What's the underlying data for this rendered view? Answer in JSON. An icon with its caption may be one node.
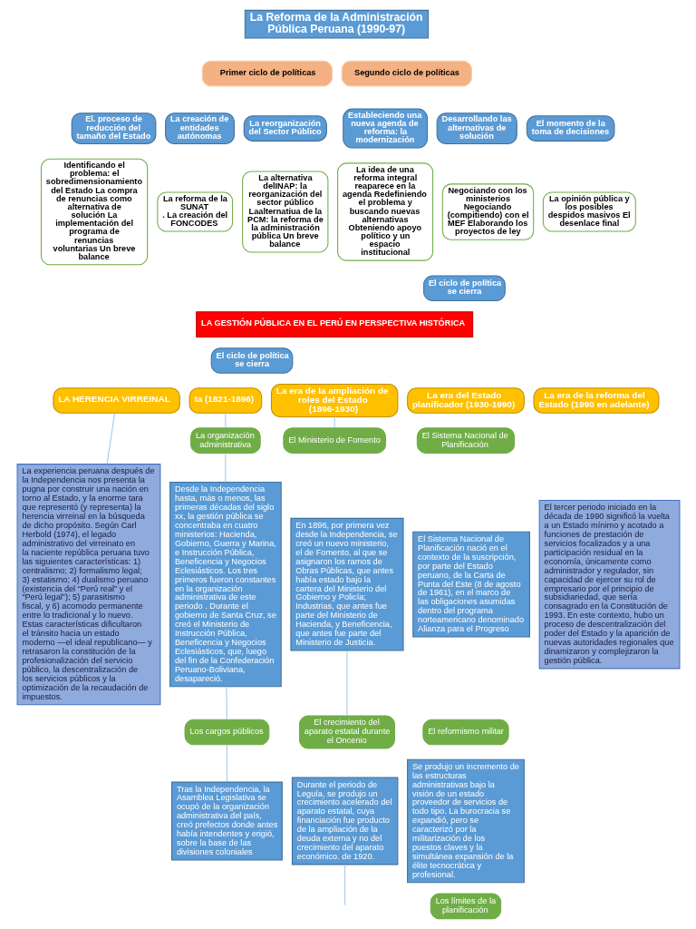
{
  "diagram": {
    "nodes": [
      {
        "text": [
          "La Reforma de la Administración Pública Peruana (1990-97)"
        ]
      },
      {
        "text": [
          "Primer ciclo de políticas"
        ]
      },
      {
        "text": [
          "Segundo ciclo de políticas"
        ]
      },
      {
        "text": [
          "El. proceso de reducción del tamaño del Estado"
        ]
      },
      {
        "text": [
          "La creación de entidades autónomas"
        ]
      },
      {
        "text": [
          "La reorganización del Sector Público"
        ]
      },
      {
        "text": [
          "Estableciendo una nueva agenda de reforma: la modernización"
        ]
      },
      {
        "text": [
          "Desarrollando las alternativas de solución"
        ]
      },
      {
        "text": [
          "El momento de la toma de decisiones"
        ]
      },
      {
        "text": [
          "Identificando el problema: el sobredimensionamiento del Estado La compra de renuncias como alternativa de solución La implementación del programa de renuncias voluntarias Un breve balance"
        ]
      },
      {
        "text": [
          "La reforma de la SUNAT",
          ". La creación del FONCODES"
        ]
      },
      {
        "text": [
          "La alternativa delINAP: la reorganización del sector público Laalternatiua de la PCM: la reforma de la administración pública Un breve balance"
        ]
      },
      {
        "text": [
          "La idea de una reforma integral reaparece en la agenda Redefiniendo el problema y buscando nuevas alternativas Obteniendo apoyo político y un espacio institucional"
        ]
      },
      {
        "text": [
          "Negociando con los ministerios Negociando (compitiendo) con el MEF Elaborando los proyectos de ley"
        ]
      },
      {
        "text": [
          "La opinión pública y los posibles despidos masivos El desenlace final"
        ]
      },
      {
        "text": [
          "El ciclo de política se cierra"
        ]
      },
      {
        "text": [
          "LA GESTIÓN PÚBLICA EN EL PERÚ EN PERSPECTIVA HISTÓRICA"
        ]
      },
      {
        "text": [
          "LA HERENCIA VIRREINAL"
        ]
      },
      {
        "text": [
          "El ciclo de política se cierra"
        ]
      },
      {
        "text": [
          "ta (1821-1896)"
        ]
      },
      {
        "text": [
          "La era de la ampliación de roles del Estado (1896-1930)"
        ]
      },
      {
        "text": [
          "La era del Estado planificador (1930-1990)"
        ]
      },
      {
        "text": [
          "La era de la reforma del Estado (1990 en adelante)"
        ]
      },
      {
        "text": [
          "La experiencia peruana después de la Independencia nos presenta la pugna por construir una nación en torno al Estado, y la enorme tara que representó (y representa) la herencia virreinal en la búsqueda de dicho propósito. Según Carl Herbold (1974), el legado administrativo del virreinato en la naciente república peruana tuvo las siguientes características: 1) centralismo; 2) formalismo legal; 3) estatismo; 4) dualismo peruano (existencia del “Perú real” y el “Perú legal”); 5) parasitismo fiscal, y 6) acomodo permanente entre lo tradicional y lo nuevo. Estas características dificultaron el tránsito hacia un estado moderno —el ideal republicano— y retrasaron la constitución de la profesionalización del servicio público, la descentralización de los servicios públicos y la optimización de la recaudación de impuestos."
        ]
      },
      {
        "text": [
          "La organización administrativa"
        ]
      },
      {
        "text": [
          "Desde la Independencia hasta, más o menos, las primeras décadas del siglo xx, la gestión pública se concentraba en cuatro ministerios: Hacienda, Gobierno, Guerra y Marina, e Instrucción Pública, Beneficencia y Negocios Eclesiásticos. Los tres primeros fueron constantes en la organización administrativa de este periodo . Durante el gobierno de Santa Cruz, se creó el Ministerio de Instrucción Pública, Beneficencia y Negocios Eclesiásticos, que, luego del fin de la Confederación Peruano-Boliviana, desapareció."
        ]
      },
      {
        "text": [
          "Los cargos públicos"
        ]
      },
      {
        "text": [
          "Tras la Independencia, la Asamblea Legislativa se ocupó de la organización administrativa del país, creó prefectos donde antes había intendentes y erigió, sobre la base de las divisiones coloniales"
        ]
      },
      {
        "text": [
          "El Ministerio de Fomento"
        ]
      },
      {
        "text": [
          "En 1896, por primera vez desde la Independencia, se creó un nuevo ministerio, el de Fomento, al que se asignaron los ramos de Obras Públicas, que antes había estado bajo la cartera del Ministerio del Gobierno y Policía; Industrias, que antes fue parte del Ministerio de Hacienda, y Beneficencia, que antes fue parte del Ministerio de Justicia."
        ]
      },
      {
        "text": [
          "El crecimiento del aparato estatal durante el Oncenio"
        ]
      },
      {
        "text": [
          "Durante el periodo de Leguía, se produjo un crecimiento acelerado del aparato estatal, cuya financiación fue producto de la ampliación de la deuda externa y no del crecimiento del aparato económico. de 1920."
        ]
      },
      {
        "text": [
          "El Sistema Nacional de Planificación"
        ]
      },
      {
        "text": [
          "El Sistema Nacional de Planificación nació en el contexto de la suscripción, por parte del Estado peruano, de la Carta de Punta del Este (8 de agosto de 1961), en el marco de las obligaciones asumidas dentro del programa norteamericano denominado Alianza para el Progreso"
        ]
      },
      {
        "text": [
          "El reformismo militar"
        ]
      },
      {
        "text": [
          "Se produjo un incremento de las estructuras administrativas bajo la visión de un estado proveedor de servicios de todo tipo. La burocracia se expandió, pero se caracterizó por la militarización de los puestos claves y la simultánea expansión de la élite tecnocrática y profesional."
        ]
      },
      {
        "text": [
          "Los límites de la planificación"
        ]
      },
      {
        "text": [
          "El tercer periodo iniciado en la década de 1990 significó la vuelta a un Estado mínimo y acotado a funciones de prestación de servicios focalizados y a una participación residual en la economía, únicamente como administrador y regulador, sin capacidad de ejercer su rol de empresario por el principio de subsidiariedad, que sería consagrado en la Constitución de 1993. En este contexto, hubo un proceso de descentralización del poder del Estado y la aparición de nuevas autoridades regionales que dinamizaron y complejizaron la gestión pública."
        ]
      }
    ],
    "edges": [
      {
        "from": 17,
        "to": 23,
        "arrow": "none"
      },
      {
        "from": 19,
        "to": 24,
        "arrow": "none"
      },
      {
        "from": 24,
        "to": 25,
        "arrow": "none"
      },
      {
        "from": 25,
        "to": 26,
        "arrow": "none"
      },
      {
        "from": 26,
        "to": 27,
        "arrow": "none"
      },
      {
        "from": 20,
        "to": 28,
        "arrow": "none"
      },
      {
        "from": 29,
        "to": 30,
        "arrow": "none"
      },
      {
        "from": 31,
        "to": null,
        "arrow": "none"
      }
    ]
  }
}
